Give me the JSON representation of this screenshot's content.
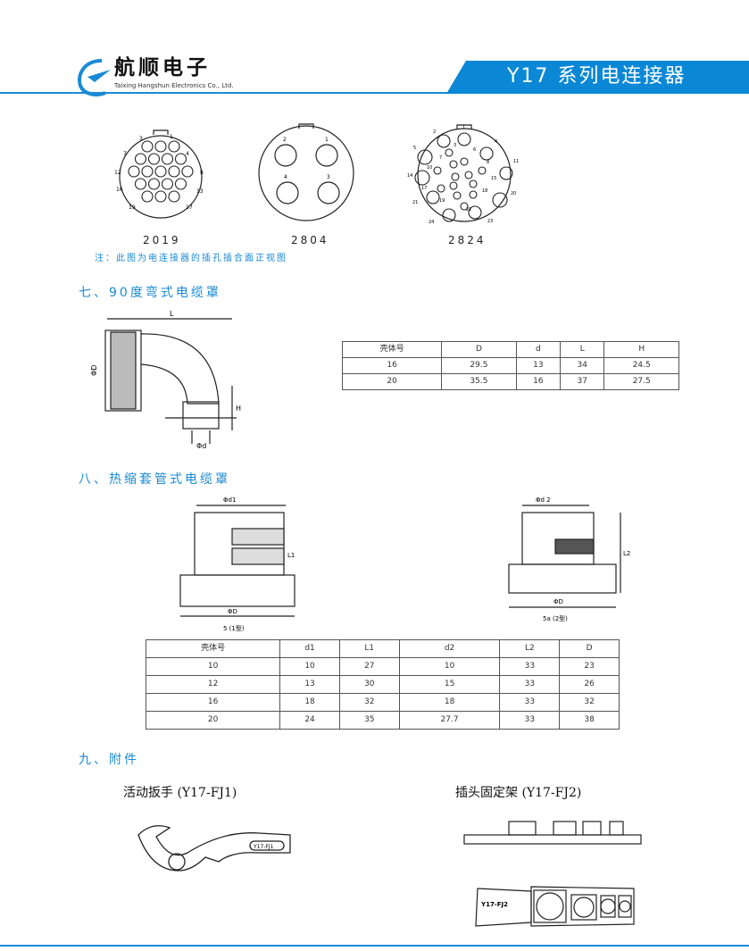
{
  "header": {
    "company_cn": "航顺电子",
    "company_en": "Taixing Hangshun Electronics Co., Ltd.",
    "series_title": "Y17 系列电连接器",
    "accent_color": "#0a88d6"
  },
  "connectors": {
    "items": [
      {
        "model": "2019",
        "pins": [
          "3",
          "1",
          "7",
          "4",
          "12",
          "8",
          "16",
          "13",
          "19",
          "17"
        ]
      },
      {
        "model": "2804",
        "pins": [
          "2",
          "1",
          "4",
          "3"
        ]
      },
      {
        "model": "2824",
        "pins": [
          "2",
          "1",
          "3",
          "4",
          "5",
          "6",
          "7",
          "8",
          "10",
          "11",
          "14",
          "15",
          "17",
          "18",
          "19",
          "20",
          "21",
          "22",
          "23",
          "24"
        ]
      }
    ],
    "note": "注：此图为电连接器的插孔插合面正视图"
  },
  "section7": {
    "title": "七、90度弯式电缆罩",
    "drawing_labels": {
      "L": "L",
      "D": "ΦD",
      "H": "H",
      "d": "Φd"
    },
    "table": {
      "headers": [
        "壳体号",
        "D",
        "d",
        "L",
        "H"
      ],
      "rows": [
        [
          "16",
          "29.5",
          "13",
          "34",
          "24.5"
        ],
        [
          "20",
          "35.5",
          "16",
          "37",
          "27.5"
        ]
      ]
    }
  },
  "section8": {
    "title": "八、热缩套管式电缆罩",
    "drawing1": {
      "d1": "Φd1",
      "L1": "L1",
      "D": "ΦD",
      "caption": "5 (1型)"
    },
    "drawing2": {
      "d2": "Φd 2",
      "L2": "L2",
      "D": "ΦD",
      "caption": "5a (2型)"
    },
    "table": {
      "headers": [
        "壳体号",
        "d1",
        "L1",
        "d2",
        "L2",
        "D"
      ],
      "rows": [
        [
          "10",
          "10",
          "27",
          "10",
          "33",
          "23"
        ],
        [
          "12",
          "13",
          "30",
          "15",
          "33",
          "26"
        ],
        [
          "16",
          "18",
          "32",
          "18",
          "33",
          "32"
        ],
        [
          "20",
          "24",
          "35",
          "27.7",
          "33",
          "38"
        ]
      ]
    }
  },
  "section9": {
    "title": "九、附件",
    "wrench": {
      "caption": "活动扳手 (Y17-FJ1)",
      "label": "Y17-FJ1"
    },
    "holder": {
      "caption": "插头固定架 (Y17-FJ2)",
      "label": "Y17-FJ2"
    }
  }
}
